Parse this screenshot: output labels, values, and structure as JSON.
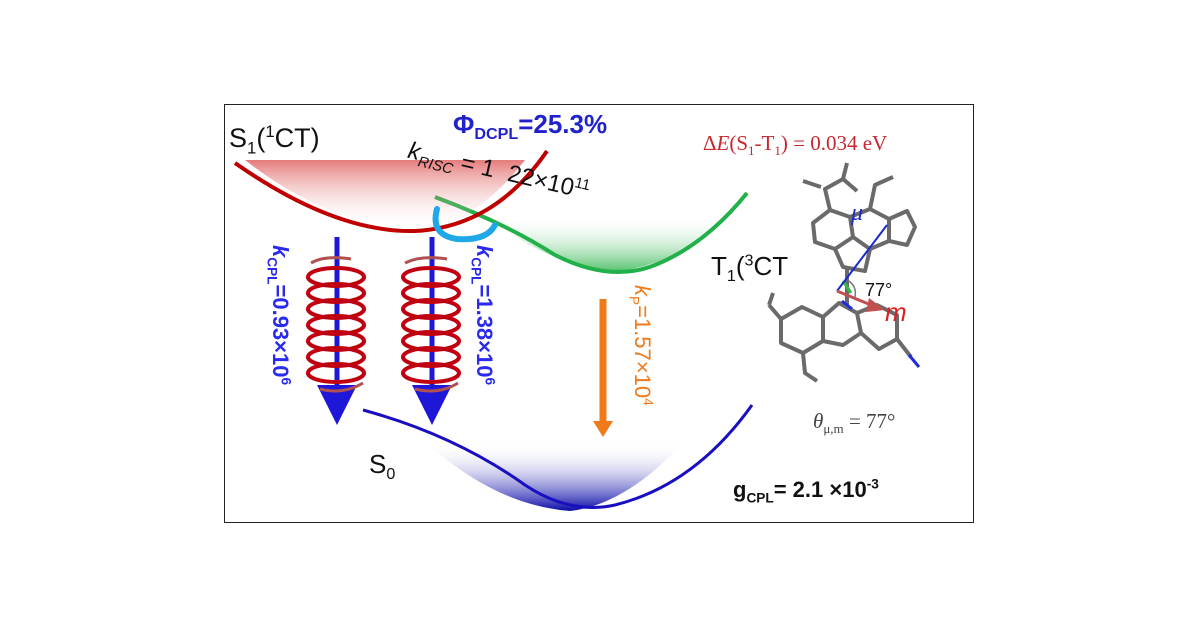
{
  "states": {
    "s1": {
      "main": "S",
      "sub": "1",
      "open": "(",
      "sup": "1",
      "tail": "CT)"
    },
    "t1": {
      "main": "T",
      "sub": "1",
      "open": "(",
      "sup": "3",
      "tail": "CT"
    },
    "s0": {
      "main": "S",
      "sub": "0"
    }
  },
  "quantum_yield": {
    "symbol": "Φ",
    "sub": "DCPL",
    "value": "=25.3%"
  },
  "krisc": {
    "k": "k",
    "sub": "RISC",
    "value_a": " = 1",
    "value_b": "22×10",
    "exp": "11"
  },
  "energy_gap": {
    "delta": "Δ",
    "e": "E",
    "open": "(S",
    "s1sub": "1",
    "mid": "-T",
    "t1sub": "1",
    "close": ") = 0.034 eV"
  },
  "kcpl_left": {
    "k": "k",
    "sub": "CPL",
    "value": "=0.93×10",
    "exp": "6"
  },
  "kcpl_right": {
    "k": "k",
    "sub": "CPL",
    "value": "=1.38×10",
    "exp": "6"
  },
  "kp": {
    "k": "k",
    "sub": "P",
    "value": "=1.57×10",
    "exp": "4"
  },
  "molecule": {
    "mu": "μ",
    "m": "m",
    "angle": "77°"
  },
  "theta": {
    "symbol": "θ",
    "sub": "μ,m",
    "value": " = 77°"
  },
  "gcpl": {
    "g": "g",
    "sub": "CPL",
    "value": "= 2.1 ×10",
    "exp": "-3"
  },
  "colors": {
    "s1_curve": "#c00000",
    "t1_curve": "#22b04a",
    "s0_curve": "#1a0fc0",
    "kcpl_text": "#2a2aee",
    "kp": "#f07a1a",
    "risc_arrow": "#1ea8e8",
    "energy_gap_text": "#c8262e",
    "phi_text": "#2222cc"
  }
}
